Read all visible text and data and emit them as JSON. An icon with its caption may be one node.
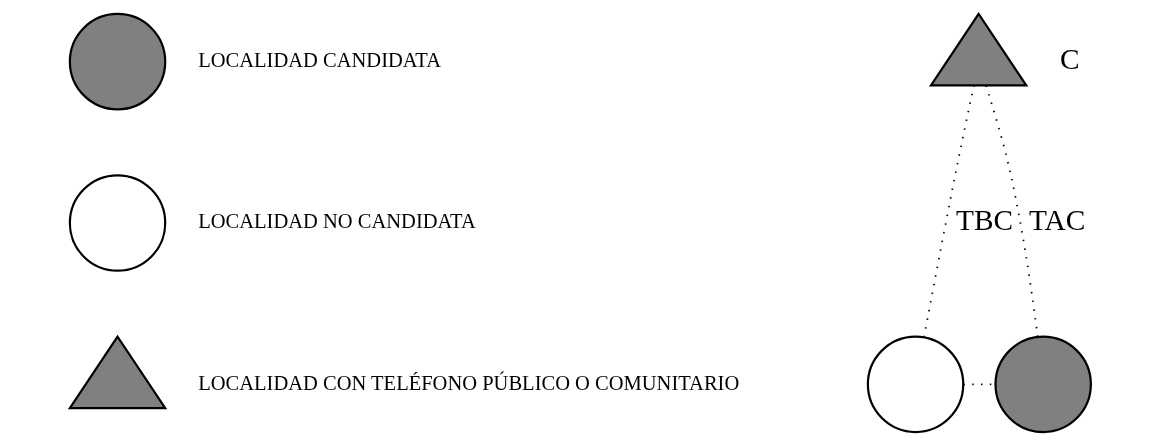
{
  "diagram": {
    "nodes": [
      {
        "text": [],
        "shape": "circle",
        "beside": [
          "LOCALIDAD CANDIDATA"
        ]
      },
      {
        "text": [],
        "shape": "circle",
        "beside": [
          "LOCALIDAD NO CANDIDATA"
        ]
      },
      {
        "text": [],
        "shape": "triangle",
        "beside": [
          "LOCALIDAD CON TELÉFONO PÚBLICO O COMUNITARIO"
        ]
      },
      {
        "text": [],
        "shape": "triangle",
        "beside": [
          "C"
        ]
      },
      {
        "text": [],
        "shape": "circle"
      },
      {
        "text": [],
        "shape": "circle"
      }
    ],
    "edges": [
      {
        "from": 4,
        "to": 3,
        "arrow": "none",
        "label": "TBC",
        "style": "dashed"
      },
      {
        "from": 5,
        "to": 3,
        "arrow": "none",
        "label": "TAC",
        "style": "dashed"
      },
      {
        "from": 4,
        "to": 5,
        "arrow": "none",
        "style": "dashed"
      }
    ]
  }
}
